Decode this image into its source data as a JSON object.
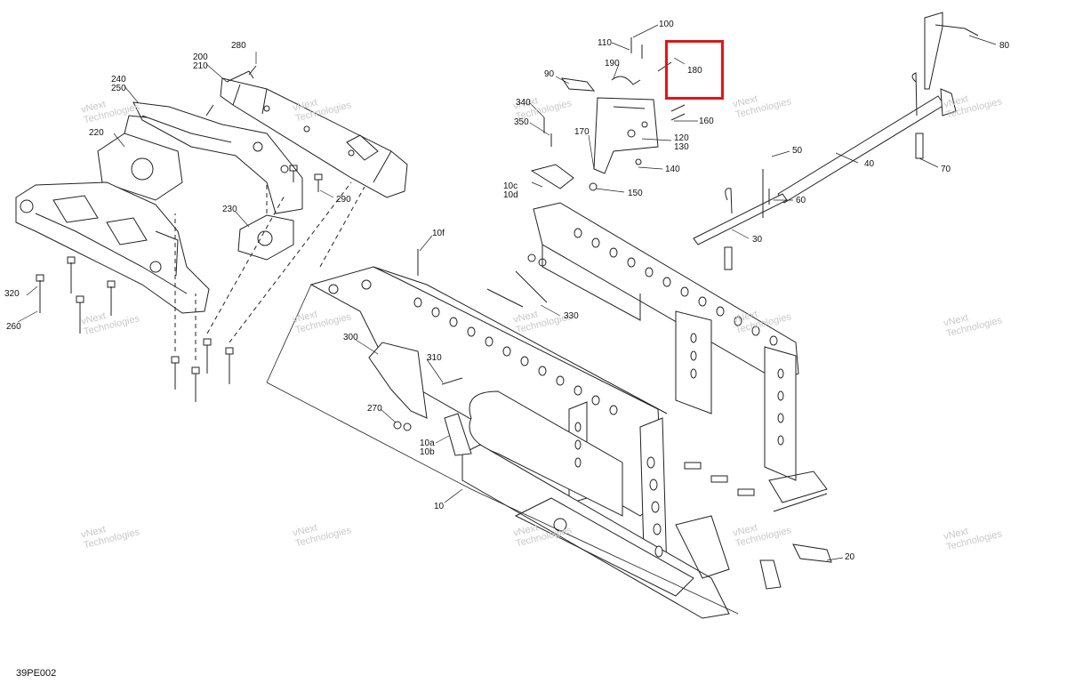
{
  "drawing_id": "39PE002",
  "watermark": [
    "vNext",
    "Technologies"
  ],
  "highlight_color": "#e0161b",
  "callouts": [
    {
      "id": "c100",
      "text": "100"
    },
    {
      "id": "c110",
      "text": "110"
    },
    {
      "id": "c180",
      "text": "180"
    },
    {
      "id": "c90",
      "text": "90"
    },
    {
      "id": "c190",
      "text": "190"
    },
    {
      "id": "c340",
      "text": "340"
    },
    {
      "id": "c350",
      "text": "350"
    },
    {
      "id": "c160",
      "text": "160"
    },
    {
      "id": "c170",
      "text": "170"
    },
    {
      "id": "c120",
      "text": "120"
    },
    {
      "id": "c130",
      "text": "130"
    },
    {
      "id": "c140",
      "text": "140"
    },
    {
      "id": "c10c",
      "text": "10c"
    },
    {
      "id": "c10d",
      "text": "10d"
    },
    {
      "id": "c150",
      "text": "150"
    },
    {
      "id": "c80",
      "text": "80"
    },
    {
      "id": "c40",
      "text": "40"
    },
    {
      "id": "c50",
      "text": "50"
    },
    {
      "id": "c70",
      "text": "70"
    },
    {
      "id": "c60",
      "text": "60"
    },
    {
      "id": "c30",
      "text": "30"
    },
    {
      "id": "c280",
      "text": "280"
    },
    {
      "id": "c200",
      "text": "200"
    },
    {
      "id": "c210",
      "text": "210"
    },
    {
      "id": "c240",
      "text": "240"
    },
    {
      "id": "c250",
      "text": "250"
    },
    {
      "id": "c220",
      "text": "220"
    },
    {
      "id": "c290",
      "text": "290"
    },
    {
      "id": "c230",
      "text": "230"
    },
    {
      "id": "c10f",
      "text": "10f"
    },
    {
      "id": "c320",
      "text": "320"
    },
    {
      "id": "c260",
      "text": "260"
    },
    {
      "id": "c330",
      "text": "330"
    },
    {
      "id": "c300",
      "text": "300"
    },
    {
      "id": "c310",
      "text": "310"
    },
    {
      "id": "c270",
      "text": "270"
    },
    {
      "id": "c10a",
      "text": "10a"
    },
    {
      "id": "c10b",
      "text": "10b"
    },
    {
      "id": "c10",
      "text": "10"
    },
    {
      "id": "c20",
      "text": "20"
    }
  ]
}
